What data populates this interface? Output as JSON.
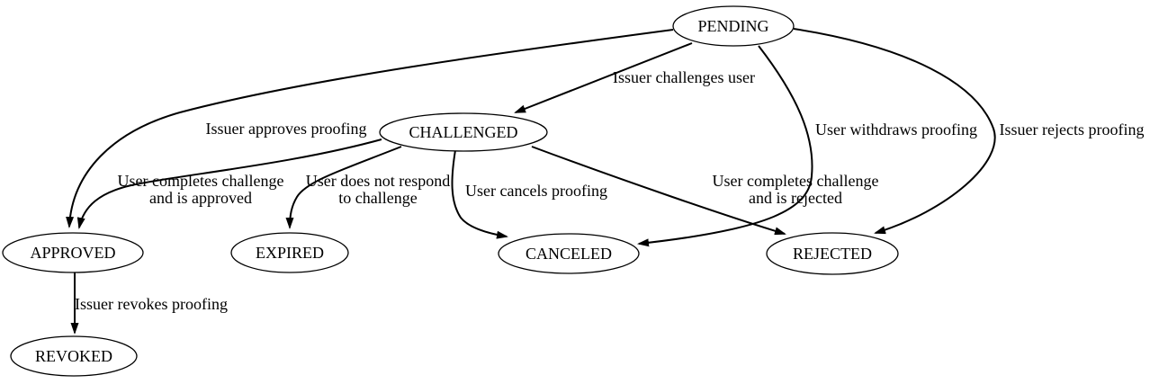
{
  "diagram": {
    "type": "state-machine",
    "colors": {
      "background": "#ffffff",
      "node_fill": "#ffffff",
      "line": "#000000",
      "text": "#000000"
    },
    "nodes": [
      {
        "id": "pending",
        "label": "PENDING"
      },
      {
        "id": "challenged",
        "label": "CHALLENGED"
      },
      {
        "id": "approved",
        "label": "APPROVED"
      },
      {
        "id": "expired",
        "label": "EXPIRED"
      },
      {
        "id": "canceled",
        "label": "CANCELED"
      },
      {
        "id": "rejected",
        "label": "REJECTED"
      },
      {
        "id": "revoked",
        "label": "REVOKED"
      }
    ],
    "edges": [
      {
        "from": "PENDING",
        "to": "CHALLENGED",
        "label": "Issuer challenges user",
        "lines": [
          "Issuer challenges user"
        ]
      },
      {
        "from": "PENDING",
        "to": "APPROVED",
        "label": "Issuer approves proofing",
        "lines": [
          "Issuer approves proofing"
        ]
      },
      {
        "from": "PENDING",
        "to": "CANCELED",
        "label": "User withdraws proofing",
        "lines": [
          "User withdraws proofing"
        ]
      },
      {
        "from": "PENDING",
        "to": "REJECTED",
        "label": "Issuer rejects proofing",
        "lines": [
          "Issuer rejects proofing"
        ]
      },
      {
        "from": "CHALLENGED",
        "to": "APPROVED",
        "label": "User completes challenge and is approved",
        "lines": [
          "User completes challenge",
          "and is approved"
        ]
      },
      {
        "from": "CHALLENGED",
        "to": "EXPIRED",
        "label": "User does not respond to challenge",
        "lines": [
          "User does not respond",
          "to challenge"
        ]
      },
      {
        "from": "CHALLENGED",
        "to": "CANCELED",
        "label": "User cancels proofing",
        "lines": [
          "User cancels proofing"
        ]
      },
      {
        "from": "CHALLENGED",
        "to": "REJECTED",
        "label": "User completes challenge and is rejected",
        "lines": [
          "User completes challenge",
          "and is rejected"
        ]
      },
      {
        "from": "APPROVED",
        "to": "REVOKED",
        "label": "Issuer revokes proofing",
        "lines": [
          "Issuer revokes proofing"
        ]
      }
    ]
  }
}
